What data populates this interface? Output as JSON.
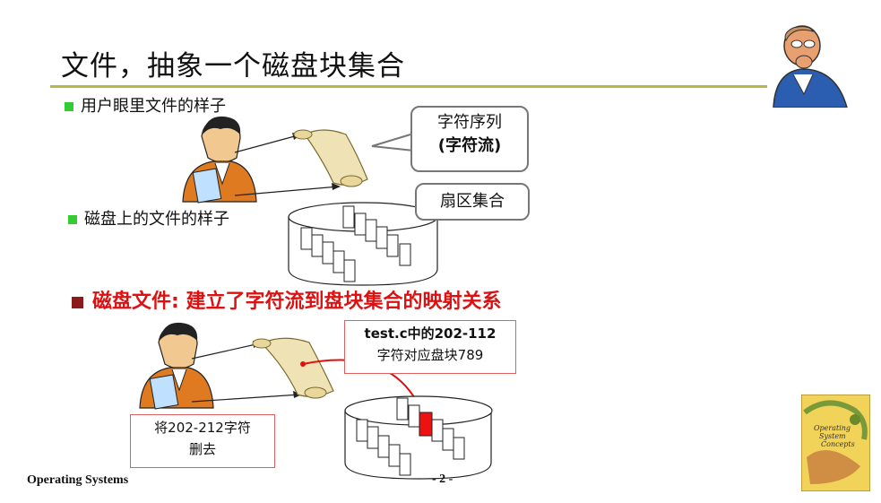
{
  "title": "文件，抽象一个磁盘块集合",
  "bullets": {
    "user_view": "用户眼里文件的样子",
    "disk_view": "磁盘上的文件的样子",
    "mapping": "磁盘文件: 建立了字符流到盘块集合的映射关系"
  },
  "callouts": {
    "char_seq_line1": "字符序列",
    "char_seq_line2": "(字符流)",
    "sector_set": "扇区集合"
  },
  "boxes": {
    "mapping_line1": "test.c中的202-112",
    "mapping_line2": "字符对应盘块789",
    "delete_line1": "将202-212字符",
    "delete_line2": "删去"
  },
  "footer": {
    "course": "Operating Systems",
    "page": "- 2 -"
  },
  "book": {
    "line1": "Operating",
    "line2": "System",
    "line3": "Concepts"
  },
  "colors": {
    "rule": "#b8b84a",
    "bullet_green": "#33cc33",
    "mapping_red": "#dd1111",
    "highlight_block": "#ee1111"
  }
}
